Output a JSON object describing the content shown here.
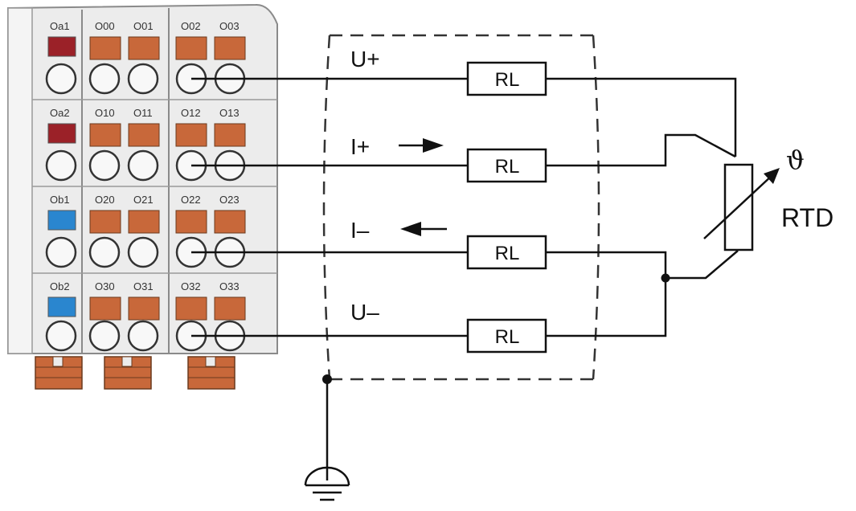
{
  "terminal_block": {
    "rows": [
      {
        "labels": [
          "Oa1",
          "O00",
          "O01",
          "O02",
          "O03"
        ],
        "marker_color": "#9b2128"
      },
      {
        "labels": [
          "Oa2",
          "O10",
          "O11",
          "O12",
          "O13"
        ],
        "marker_color": "#9b2128"
      },
      {
        "labels": [
          "Ob1",
          "O20",
          "O21",
          "O22",
          "O23"
        ],
        "marker_color": "#2a86cf"
      },
      {
        "labels": [
          "Ob2",
          "O30",
          "O31",
          "O32",
          "O33"
        ],
        "marker_color": "#2a86cf"
      }
    ],
    "slot_color": "#c8683a"
  },
  "signals": {
    "u_plus": "U+",
    "i_plus": "I+",
    "i_minus": "I–",
    "u_minus": "U–"
  },
  "resistor_label": "RL",
  "sensor": {
    "symbol": "ϑ",
    "label": "RTD"
  }
}
